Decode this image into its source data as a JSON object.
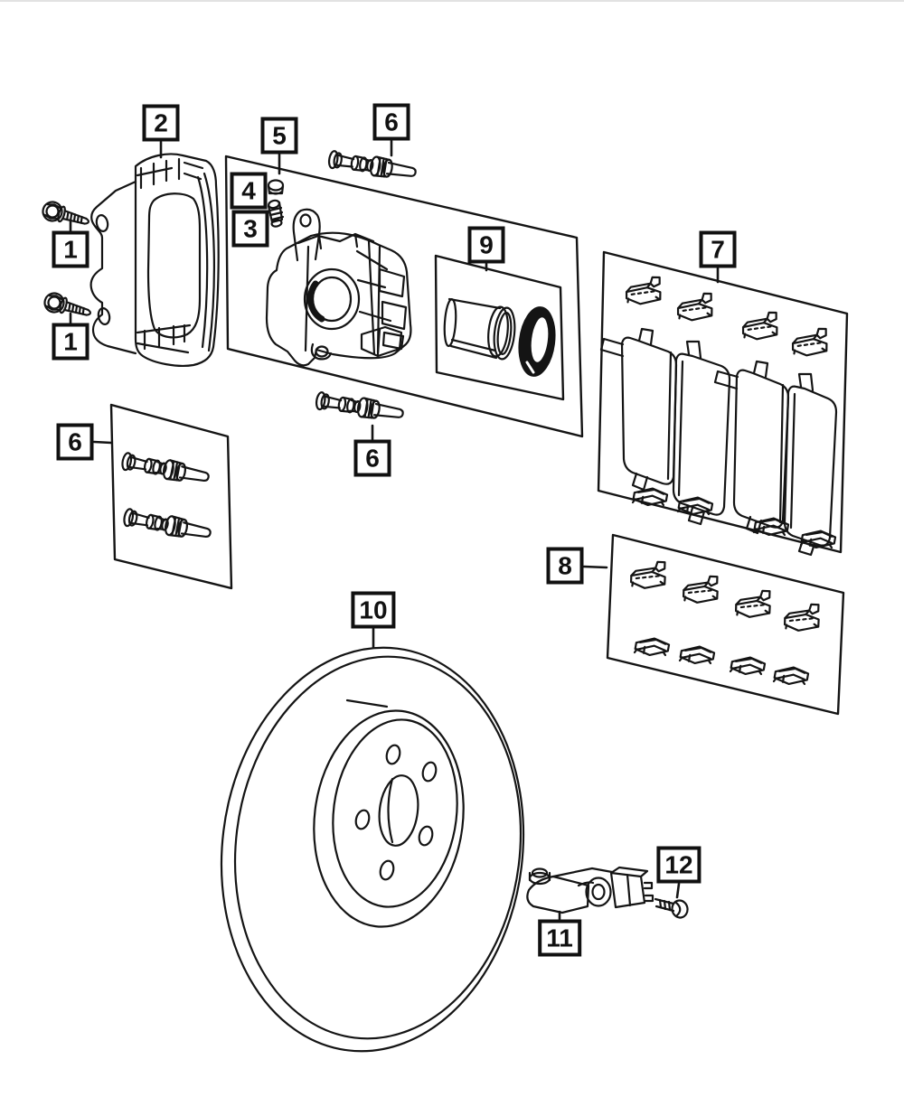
{
  "canvas": {
    "background": "#ffffff",
    "line_color": "#141414"
  },
  "callouts": {
    "bolt_upper": {
      "label": "1"
    },
    "bolt_lower": {
      "label": "1"
    },
    "adapter_bracket": {
      "label": "2"
    },
    "bleeder_screw": {
      "label": "3"
    },
    "bleeder_cap": {
      "label": "4"
    },
    "caliper_kit": {
      "label": "5"
    },
    "guide_pin_top": {
      "label": "6"
    },
    "guide_pin_kit": {
      "label": "6"
    },
    "guide_pin_lower": {
      "label": "6"
    },
    "brake_pad_kit": {
      "label": "7"
    },
    "spring_clip_kit": {
      "label": "8"
    },
    "piston_seal_kit": {
      "label": "9"
    },
    "rotor": {
      "label": "10"
    },
    "wear_lever": {
      "label": "11"
    },
    "lever_screw": {
      "label": "12"
    }
  }
}
